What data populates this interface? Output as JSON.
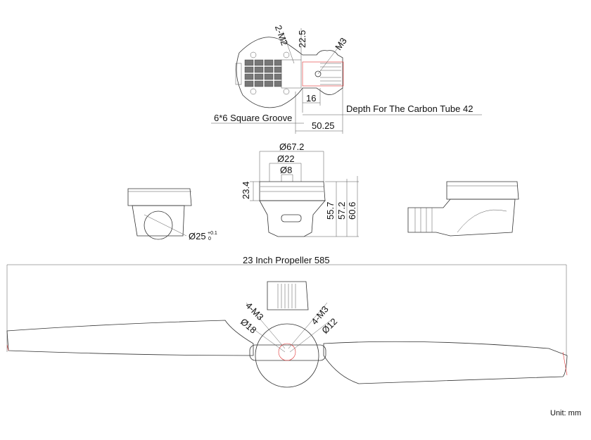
{
  "top_view": {
    "label_2m2": "2-M2",
    "label_22_5": "22.5",
    "label_m3": "M3",
    "label_16": "16",
    "label_depth": "Depth For The Carbon Tube 42",
    "label_groove": "6*6 Square Groove",
    "label_50_25": "50.25"
  },
  "front_view": {
    "label_d67_2": "Ø67.2",
    "label_d22": "Ø22",
    "label_d8": "Ø8",
    "label_23_4": "23.4",
    "label_55_7": "55.7",
    "label_57_2": "57.2",
    "label_60_6": "60.6"
  },
  "side_view": {
    "label_d25": "Ø25",
    "tol_upper": "+0.1",
    "tol_lower": "0"
  },
  "propeller_view": {
    "label_propeller": "23 Inch Propeller 585",
    "label_4m3_left": "4-M3",
    "label_d18": "Ø18",
    "label_4m3_right": "4-M3",
    "label_d12": "Ø12"
  },
  "unit_label": "Unit: mm",
  "colors": {
    "line": "#333333",
    "highlight": "#e03030"
  }
}
